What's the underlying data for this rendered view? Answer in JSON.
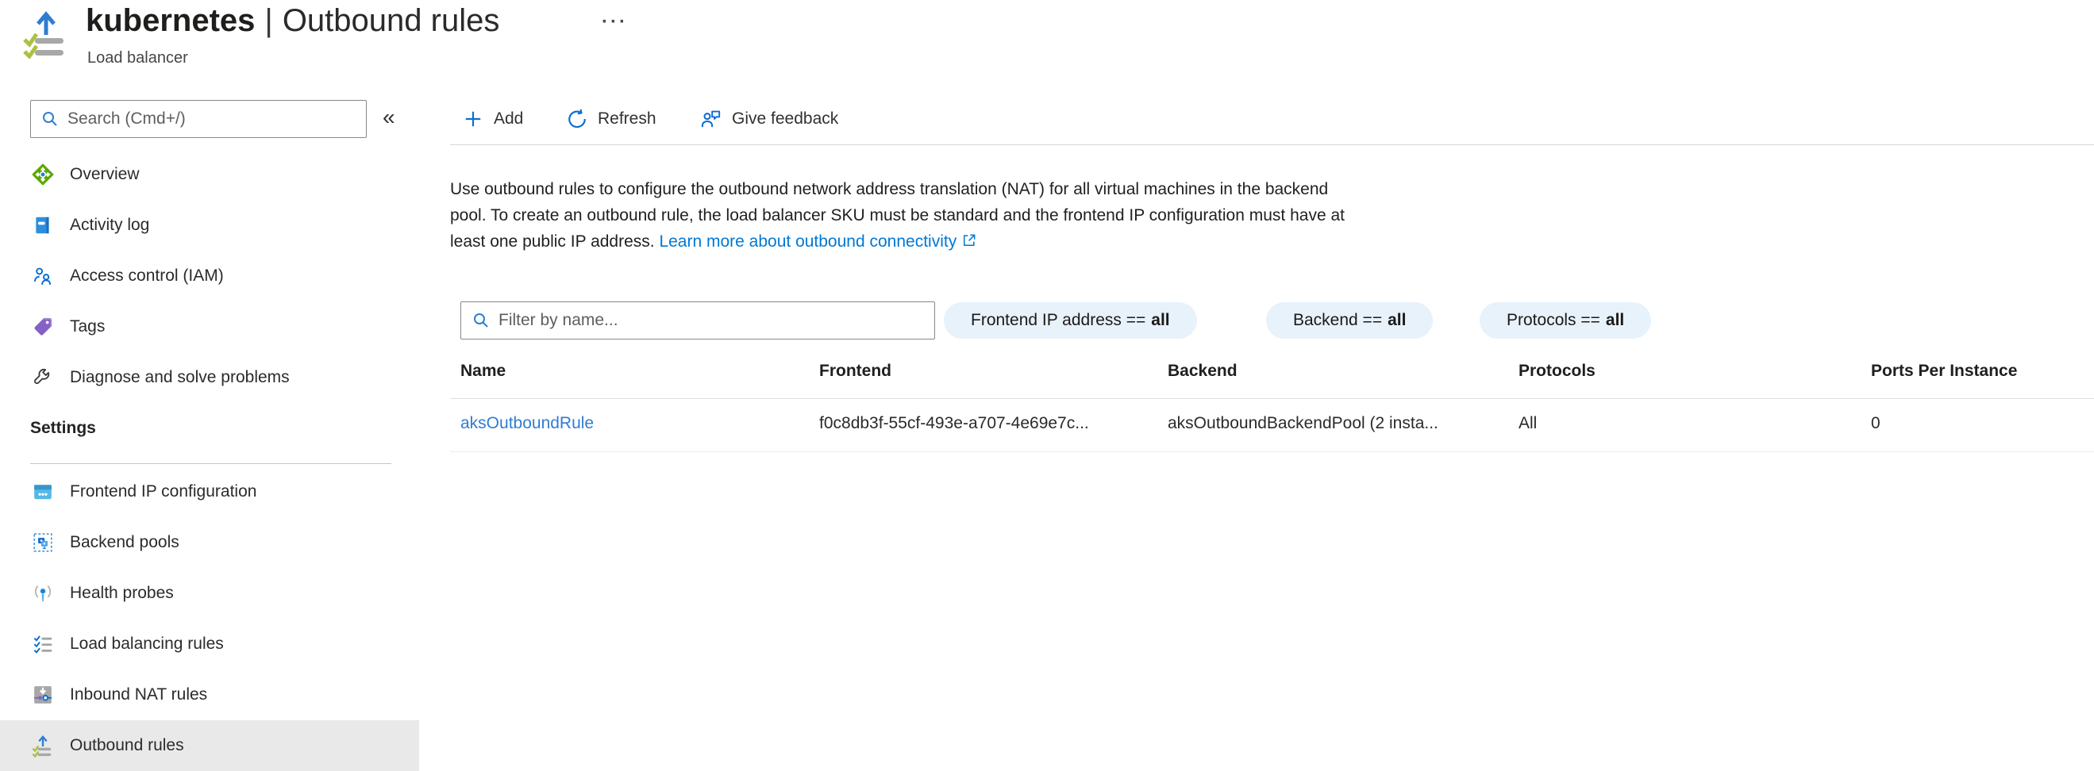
{
  "header": {
    "title_primary": "kubernetes",
    "title_separator": "|",
    "title_secondary": "Outbound rules",
    "subtitle": "Load balancer",
    "more_label": "···"
  },
  "sidebar": {
    "search_placeholder": "Search (Cmd+/)",
    "collapse_glyph": "«",
    "items": [
      {
        "label": "Overview"
      },
      {
        "label": "Activity log"
      },
      {
        "label": "Access control (IAM)"
      },
      {
        "label": "Tags"
      },
      {
        "label": "Diagnose and solve problems"
      }
    ],
    "settings_heading": "Settings",
    "settings_items": [
      {
        "label": "Frontend IP configuration"
      },
      {
        "label": "Backend pools"
      },
      {
        "label": "Health probes"
      },
      {
        "label": "Load balancing rules"
      },
      {
        "label": "Inbound NAT rules"
      },
      {
        "label": "Outbound rules",
        "selected": true
      }
    ]
  },
  "toolbar": {
    "add_label": "Add",
    "refresh_label": "Refresh",
    "feedback_label": "Give feedback"
  },
  "description": {
    "line1": "Use outbound rules to configure the outbound network address translation (NAT) for all virtual machines in the backend",
    "line2": "pool. To create an outbound rule, the load balancer SKU must be standard and the frontend IP configuration must have at",
    "line3_prefix": "least one public IP address.",
    "link_text": "Learn more about outbound connectivity"
  },
  "filters": {
    "filter_placeholder": "Filter by name...",
    "pills": [
      {
        "label": "Frontend IP address ==",
        "value": "all"
      },
      {
        "label": "Backend ==",
        "value": "all"
      },
      {
        "label": "Protocols ==",
        "value": "all"
      }
    ]
  },
  "table": {
    "columns": [
      "Name",
      "Frontend",
      "Backend",
      "Protocols",
      "Ports Per Instance"
    ],
    "rows": [
      {
        "name": "aksOutboundRule",
        "frontend": "f0c8db3f-55cf-493e-a707-4e69e7c...",
        "backend": "aksOutboundBackendPool (2 insta...",
        "protocols": "All",
        "ports_per_instance": "0"
      }
    ]
  },
  "colors": {
    "accent_blue": "#0078d4",
    "row_link_blue": "#2f7cd3",
    "pill_bg": "#e8f2fb",
    "selected_item_bg": "#e9e9e9",
    "check_green": "#a9c23f",
    "bar_gray": "#a8a8a8"
  }
}
